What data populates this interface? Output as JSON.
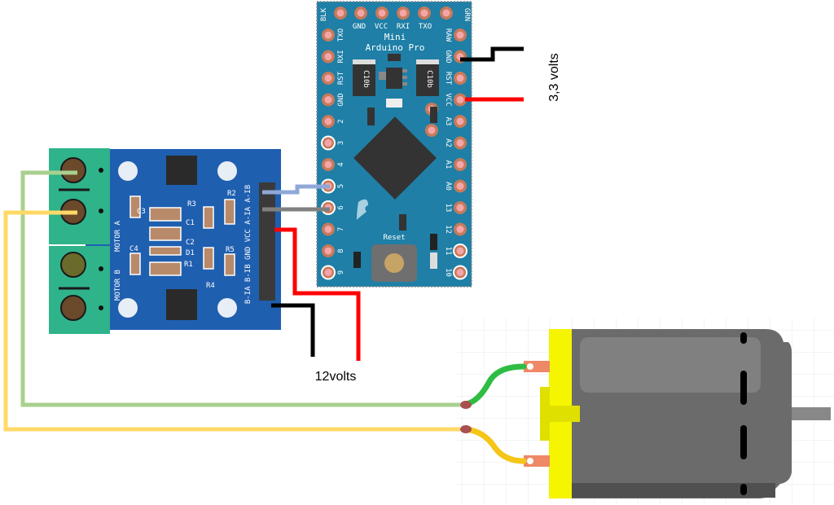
{
  "diagram": {
    "title": "Arduino Pro Mini + L9110S H-bridge + DC motor wiring",
    "arduino": {
      "name_line1": "Mini",
      "name_line2": "Arduino Pro",
      "top_pins": [
        "BLK",
        "GND",
        "VCC",
        "RXI",
        "TXO",
        "GRN"
      ],
      "left_pins": [
        "TXO",
        "RXI",
        "RST",
        "GND",
        "2",
        "3",
        "4",
        "5",
        "6",
        "7",
        "8",
        "9"
      ],
      "right_pins": [
        "RAW",
        "GND",
        "RST",
        "VCC",
        "A3",
        "A2",
        "A1",
        "A0",
        "13",
        "12",
        "11",
        "10"
      ],
      "reset_label": "Reset",
      "regulator_label_a": "C10b",
      "regulator_label_b": "C10b"
    },
    "hbridge": {
      "motor_a_label": "MOTOR A",
      "motor_b_label": "MOTOR B",
      "header_pins": [
        "B-IA",
        "B-IB",
        "GND",
        "VCC",
        "A-IA",
        "A-IB"
      ],
      "component_labels": [
        "C3",
        "C4",
        "C1",
        "C2",
        "D1",
        "R1",
        "R2",
        "R3",
        "R4",
        "R5"
      ]
    },
    "power": {
      "logic_supply_label": "3,3 volts",
      "motor_supply_label": "12volts"
    },
    "wires": [
      {
        "from": "Arduino pin 5",
        "to": "A-IB",
        "color": "#8fa8d8"
      },
      {
        "from": "Arduino pin 6",
        "to": "A-IA",
        "color": "#808080"
      },
      {
        "from": "12V +",
        "to": "VCC",
        "color": "#ff0000"
      },
      {
        "from": "12V -",
        "to": "GND",
        "color": "#000000"
      },
      {
        "from": "3.3V -",
        "to": "Arduino GND",
        "color": "#000000"
      },
      {
        "from": "3.3V +",
        "to": "Arduino VCC",
        "color": "#ff0000"
      },
      {
        "from": "Motor A terminal 1",
        "to": "Motor lead 1",
        "color": "#a9d08e"
      },
      {
        "from": "Motor A terminal 2",
        "to": "Motor lead 2",
        "color": "#ffd966"
      }
    ],
    "colors": {
      "arduino_board": "#1f7fa6",
      "hbridge_board": "#1f5fb0",
      "terminal_block": "#2fb38a",
      "motor_body": "#6b6b6b",
      "motor_cap": "#f5f500"
    }
  }
}
